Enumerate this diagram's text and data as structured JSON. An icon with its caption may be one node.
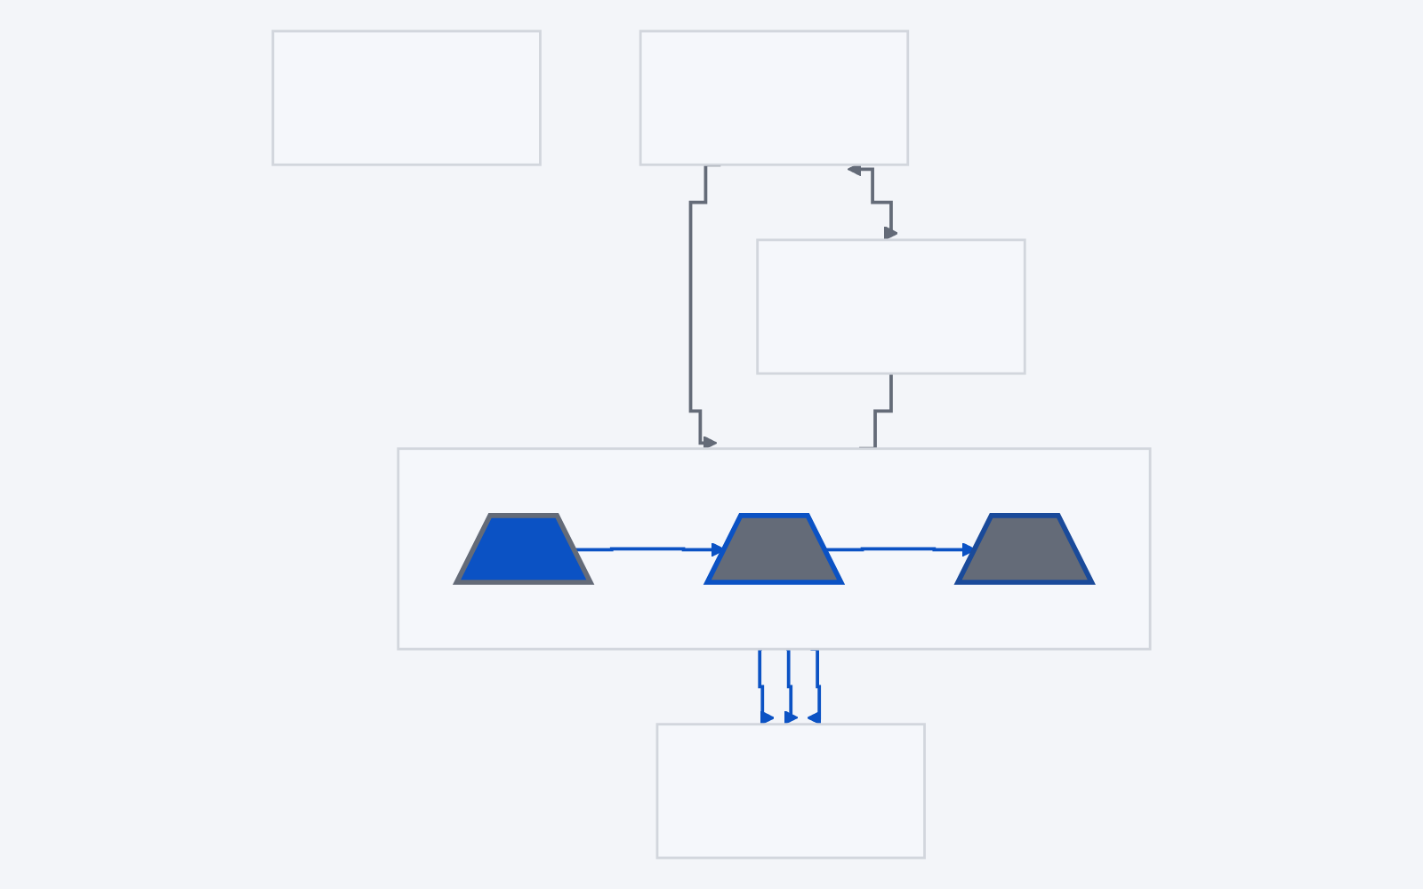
{
  "diagram": {
    "nodes": [
      {
        "text": [],
        "shape": "box"
      },
      {
        "text": [],
        "shape": "box"
      },
      {
        "text": [],
        "shape": "box"
      },
      {
        "text": [],
        "shape": "box"
      },
      {
        "text": [],
        "shape": "trapezoid",
        "in": 3
      },
      {
        "text": [],
        "shape": "trapezoid",
        "in": 3
      },
      {
        "text": [],
        "shape": "trapezoid",
        "in": 3
      },
      {
        "text": [],
        "shape": "box"
      }
    ],
    "edges": [
      {
        "from": 1,
        "to": 2,
        "arrow": "both",
        "color": "#646b78"
      },
      {
        "from": 1,
        "to": 3,
        "arrow": "to",
        "color": "#646b78"
      },
      {
        "from": 2,
        "to": 3,
        "arrow": "none",
        "color": "#646b78"
      },
      {
        "from": 4,
        "to": 5,
        "arrow": "to"
      },
      {
        "from": 5,
        "to": 6,
        "arrow": "to"
      },
      {
        "from": 3,
        "to": 7,
        "arrow": "to"
      },
      {
        "from": 3,
        "to": 7,
        "arrow": "to"
      },
      {
        "from": 3,
        "to": 7,
        "arrow": "to"
      }
    ]
  }
}
